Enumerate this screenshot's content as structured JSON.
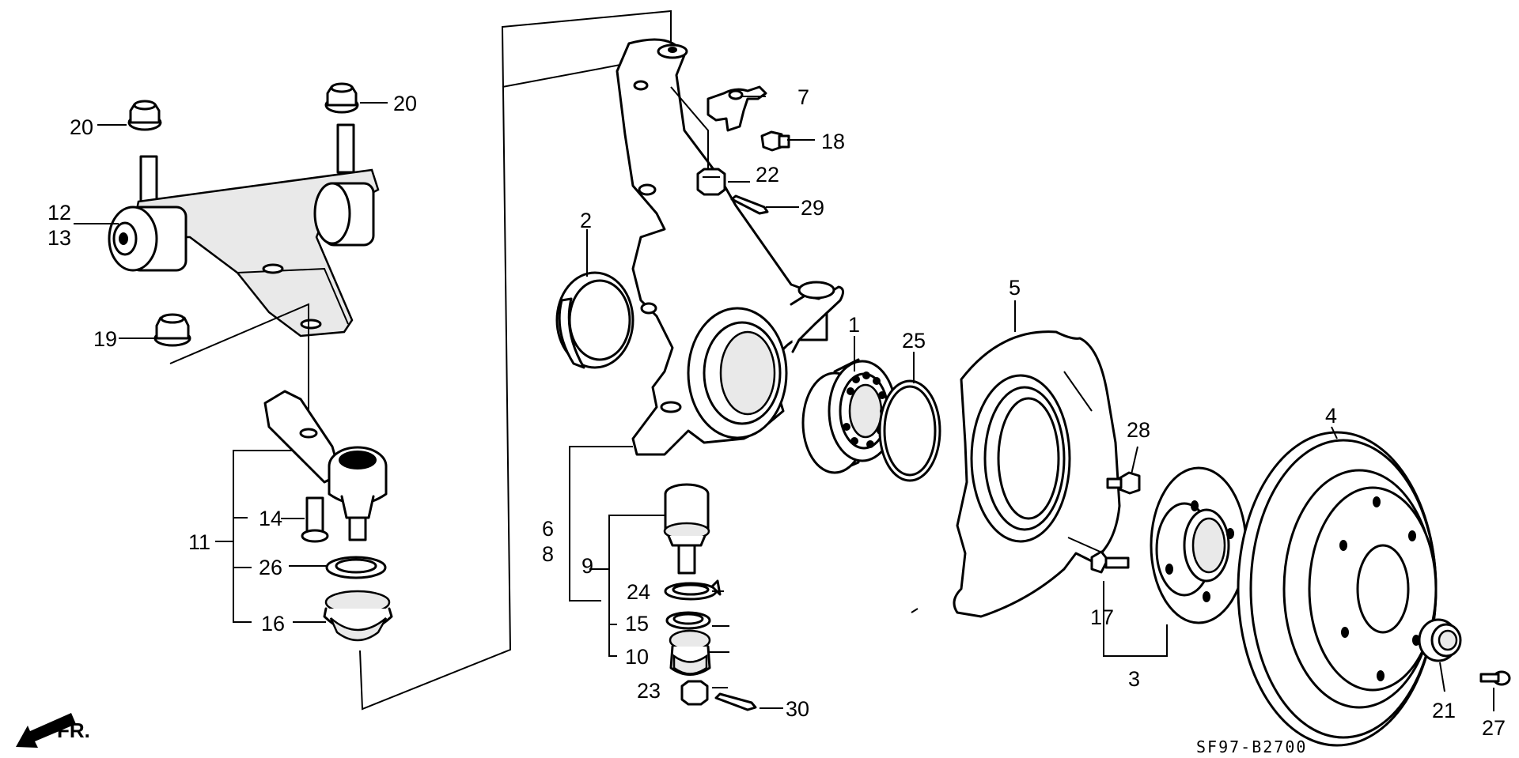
{
  "diagram": {
    "drawing_code": "SF97-B2700",
    "direction_label": "FR.",
    "callouts": [
      "1",
      "2",
      "3",
      "4",
      "5",
      "6",
      "7",
      "8",
      "9",
      "10",
      "11",
      "12",
      "13",
      "14",
      "15",
      "16",
      "17",
      "18",
      "19",
      "20",
      "20",
      "21",
      "22",
      "23",
      "24",
      "25",
      "26",
      "27",
      "28",
      "29",
      "30"
    ],
    "parts": {
      "wheel_bearing": "bearing",
      "dust_seal": "seal",
      "hub_assembly": "hub",
      "brake_disc": "disc",
      "splash_guard": "splash-guard",
      "knuckle": "knuckle",
      "brake_hose_bracket": "bracket",
      "lower_arm": "lower-arm",
      "ball_joint": "ball-joint",
      "snap_ring": "snap-ring"
    }
  }
}
